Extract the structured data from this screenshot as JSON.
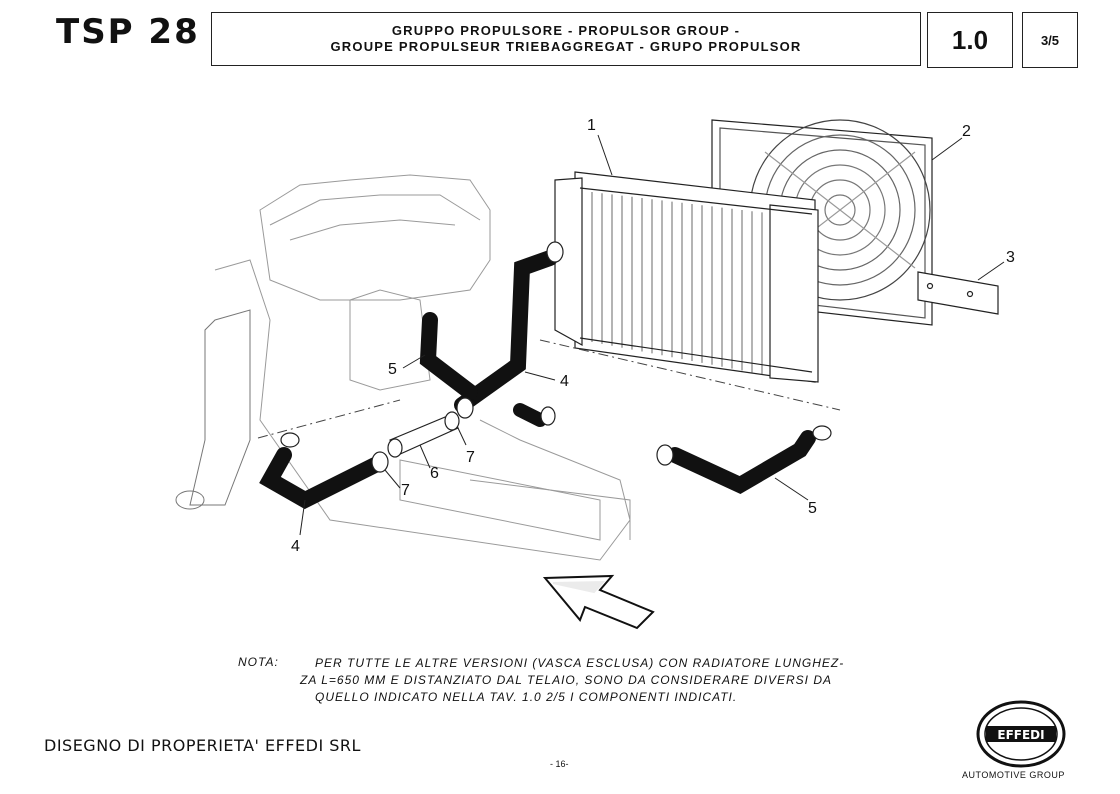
{
  "header": {
    "model": "TSP 28",
    "title_line1": "GRUPPO PROPULSORE - PROPULSOR GROUP -",
    "title_line2": "GROUPE PROPULSEUR TRIEBAGGREGAT - GRUPO PROPULSOR",
    "section": "1.0",
    "sheet": "3/5"
  },
  "callouts": [
    "1",
    "2",
    "3",
    "4",
    "5",
    "4",
    "5",
    "6",
    "7",
    "7"
  ],
  "note": {
    "label": "NOTA:",
    "line1": "PER TUTTE LE ALTRE VERSIONI (VASCA ESCLUSA) CON RADIATORE LUNGHEZ-",
    "line2": "ZA L=650 MM E DISTANZIATO DAL TELAIO, SONO DA CONSIDERARE DIVERSI DA",
    "line3": "QUELLO INDICATO NELLA TAV. 1.0 2/5 I COMPONENTI INDICATI."
  },
  "footer": {
    "property": "DISEGNO DI PROPERIETA' EFFEDI SRL",
    "page": "- 16-",
    "logo_text": "EFFEDI",
    "group": "AUTOMOTIVE GROUP"
  }
}
